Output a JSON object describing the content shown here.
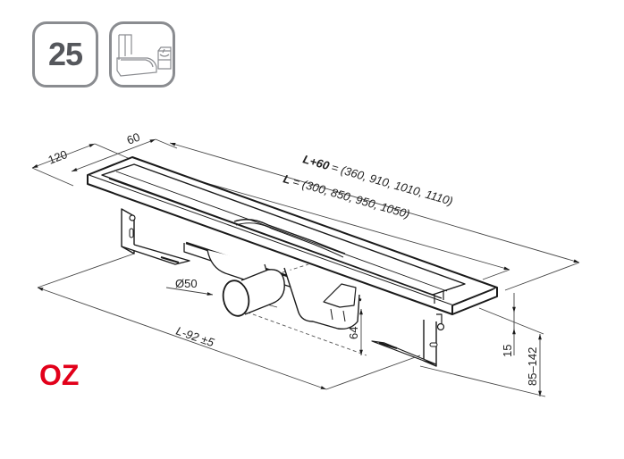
{
  "badges": {
    "number": "25",
    "icon": "bathtub-and-washbasin-icon"
  },
  "product_code": "OZ",
  "dimensions": {
    "width_outer": "120",
    "width_inner": "60",
    "length_total_label": "L+60",
    "length_total_values": "= (360, 910, 1010, 1110)",
    "length_label": "L",
    "length_values": "= (300, 850, 950, 1050)",
    "outlet_diameter": "Ø50",
    "bracket_span": "L-92 ±5",
    "outlet_height": "64",
    "frame_height": "15",
    "total_height": "85–142"
  },
  "colors": {
    "badge_border": "#8a8c90",
    "badge_text": "#55575c",
    "product_code": "#e2001a",
    "line": "#1a1a1a"
  }
}
